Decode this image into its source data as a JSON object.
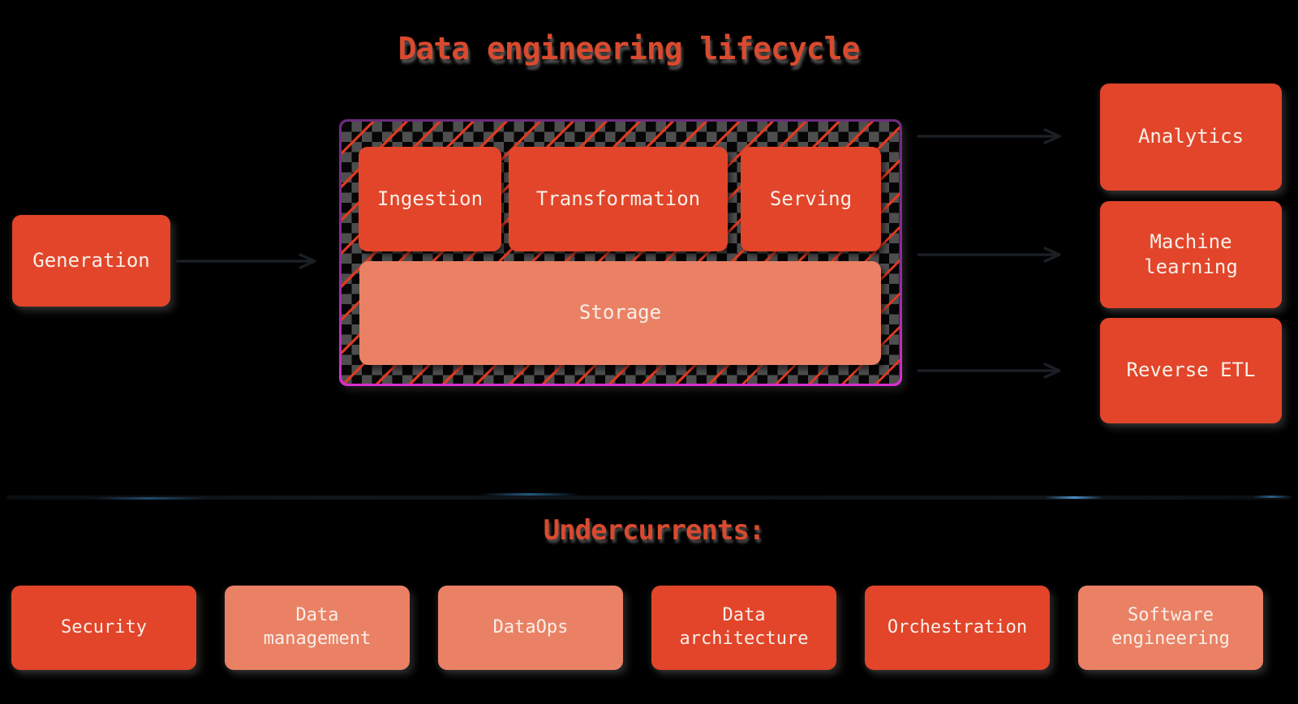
{
  "title": "Data engineering lifecycle",
  "lifecycle": {
    "generation_label": "Generation",
    "stages": [
      {
        "label": "Ingestion"
      },
      {
        "label": "Transformation"
      },
      {
        "label": "Serving"
      }
    ],
    "storage_label": "Storage",
    "outputs": [
      {
        "label": "Analytics"
      },
      {
        "label": "Machine learning"
      },
      {
        "label": "Reverse ETL"
      }
    ]
  },
  "undercurrents": {
    "heading": "Undercurrents:",
    "items": [
      {
        "label": "Security",
        "tone": "red"
      },
      {
        "label": "Data management",
        "tone": "salmon"
      },
      {
        "label": "DataOps",
        "tone": "salmon"
      },
      {
        "label": "Data architecture",
        "tone": "red"
      },
      {
        "label": "Orchestration",
        "tone": "red"
      },
      {
        "label": "Software engineering",
        "tone": "salmon"
      }
    ]
  },
  "colors": {
    "background": "#000000",
    "box_red": "#e2452a",
    "box_salmon": "#ea8165",
    "title_red": "#d94a2e",
    "hatch_stripe_red": "#e03a22",
    "frame_border_top_purple": "#6b2c7d",
    "frame_border_bottom_magenta": "#d92fd0",
    "arrow_dark": "#1a2026",
    "label_text": "#f8efe8"
  }
}
